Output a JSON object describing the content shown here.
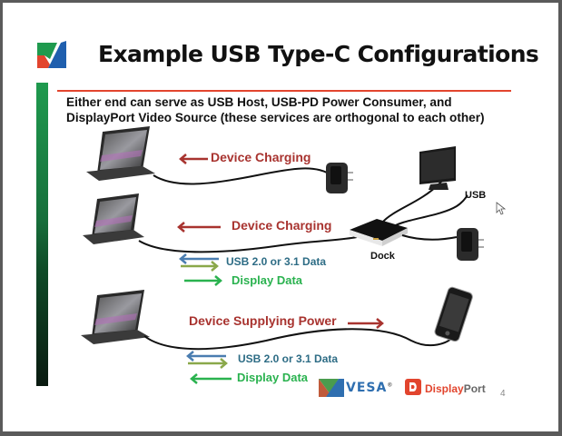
{
  "slide": {
    "title": "Example USB Type-C Configurations",
    "subtitle_line1": "Either end can serve as USB Host, USB-PD Power Consumer, and",
    "subtitle_line2": "DisplayPort Video Source (these services are orthogonal to each other)",
    "page_number": "4",
    "colors": {
      "accent_red": "#e2452e",
      "label_red": "#a8332f",
      "label_blue": "#2d6c85",
      "label_green": "#2ab24f",
      "arrow_blue": "#4a7db0",
      "arrow_olive": "#8aa84a",
      "bar_green": "#1f9a4e"
    }
  },
  "config1": {
    "label": "Device Charging",
    "arrow_direction": "left",
    "devices": [
      "laptop",
      "power-adapter"
    ]
  },
  "config2": {
    "label": "Device Charging",
    "arrow_direction": "left",
    "usb_data_label": "USB 2.0 or 3.1 Data",
    "display_data_label": "Display Data",
    "dock_label": "Dock",
    "usb_label": "USB",
    "devices": [
      "laptop",
      "dock",
      "monitor",
      "power-adapter"
    ]
  },
  "config3": {
    "label": "Device Supplying Power",
    "arrow_direction": "right",
    "usb_data_label": "USB 2.0 or 3.1 Data",
    "display_data_label": "Display Data",
    "devices": [
      "laptop",
      "smartphone"
    ]
  },
  "logos": {
    "vesa": "VESA",
    "vesa_reg": "®",
    "displayport_display": "Display",
    "displayport_port": "Port"
  },
  "icons": {
    "mouse_cursor": "pointer-arrow-icon"
  }
}
